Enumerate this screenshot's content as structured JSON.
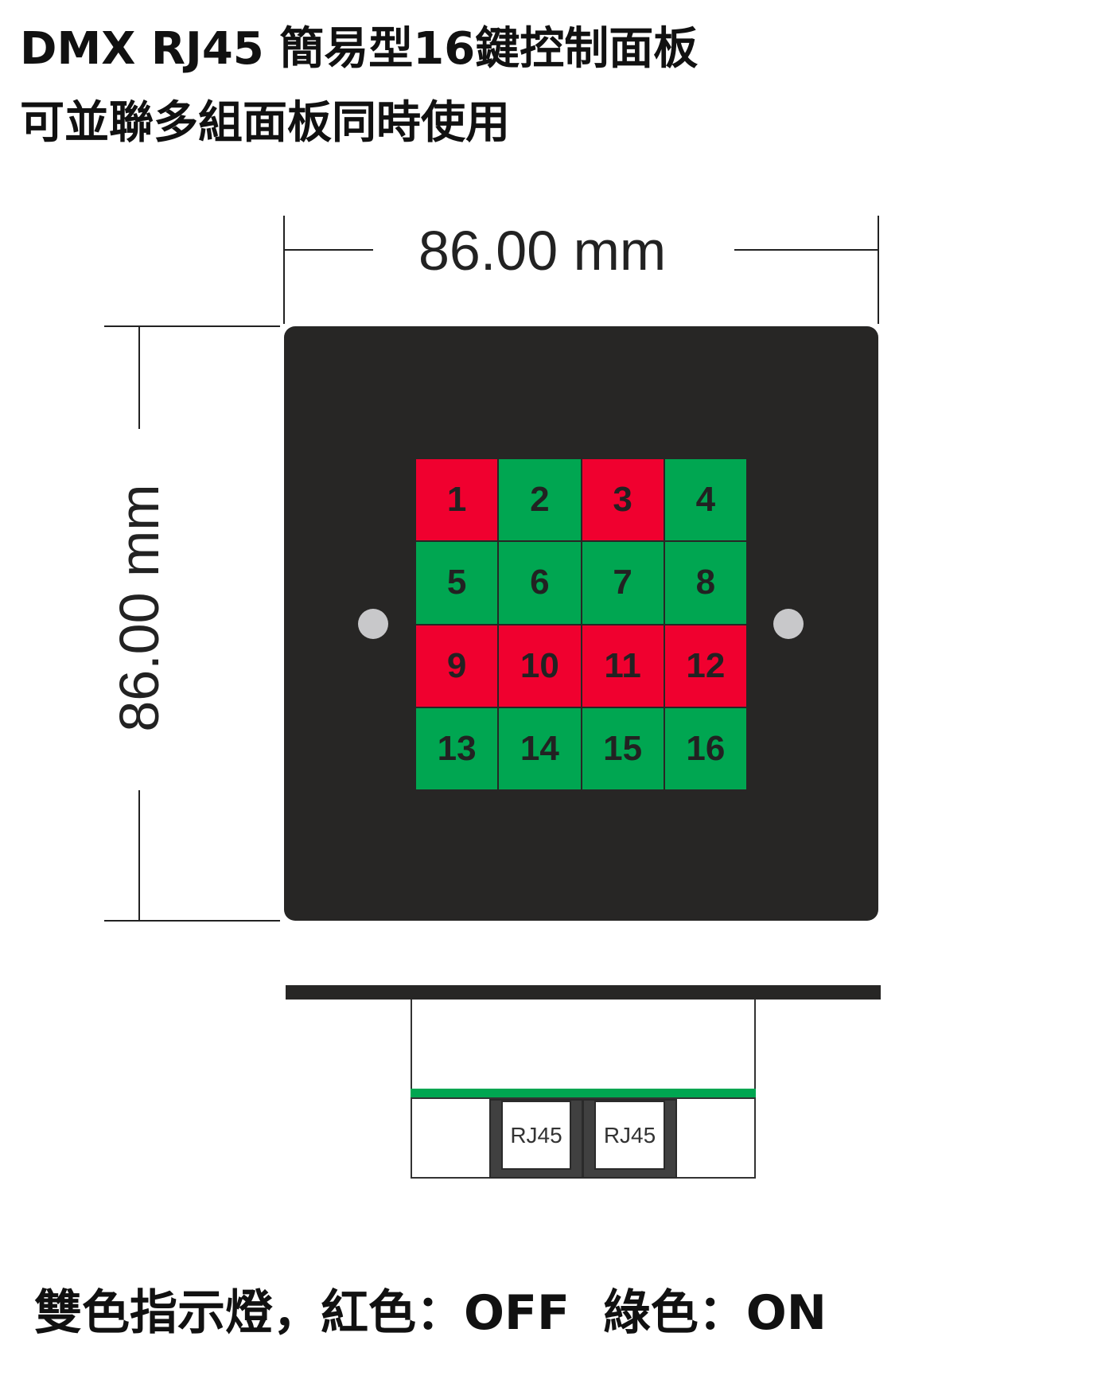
{
  "title_line1": "DMX RJ45 簡易型16鍵控制面板",
  "title_line2": "可並聯多組面板同時使用",
  "width_dimension": "86.00 mm",
  "height_dimension": "86.00 mm",
  "keys": [
    {
      "label": "1",
      "state": "off"
    },
    {
      "label": "2",
      "state": "on"
    },
    {
      "label": "3",
      "state": "off"
    },
    {
      "label": "4",
      "state": "on"
    },
    {
      "label": "5",
      "state": "on"
    },
    {
      "label": "6",
      "state": "on"
    },
    {
      "label": "7",
      "state": "on"
    },
    {
      "label": "8",
      "state": "on"
    },
    {
      "label": "9",
      "state": "off"
    },
    {
      "label": "10",
      "state": "off"
    },
    {
      "label": "11",
      "state": "off"
    },
    {
      "label": "12",
      "state": "off"
    },
    {
      "label": "13",
      "state": "on"
    },
    {
      "label": "14",
      "state": "on"
    },
    {
      "label": "15",
      "state": "on"
    },
    {
      "label": "16",
      "state": "on"
    }
  ],
  "colors": {
    "off": "#f0002f",
    "on": "#00a651",
    "panel": "#272625"
  },
  "connectors": [
    "RJ45",
    "RJ45"
  ],
  "legend": "雙色指示燈，紅色：OFF  綠色：ON"
}
